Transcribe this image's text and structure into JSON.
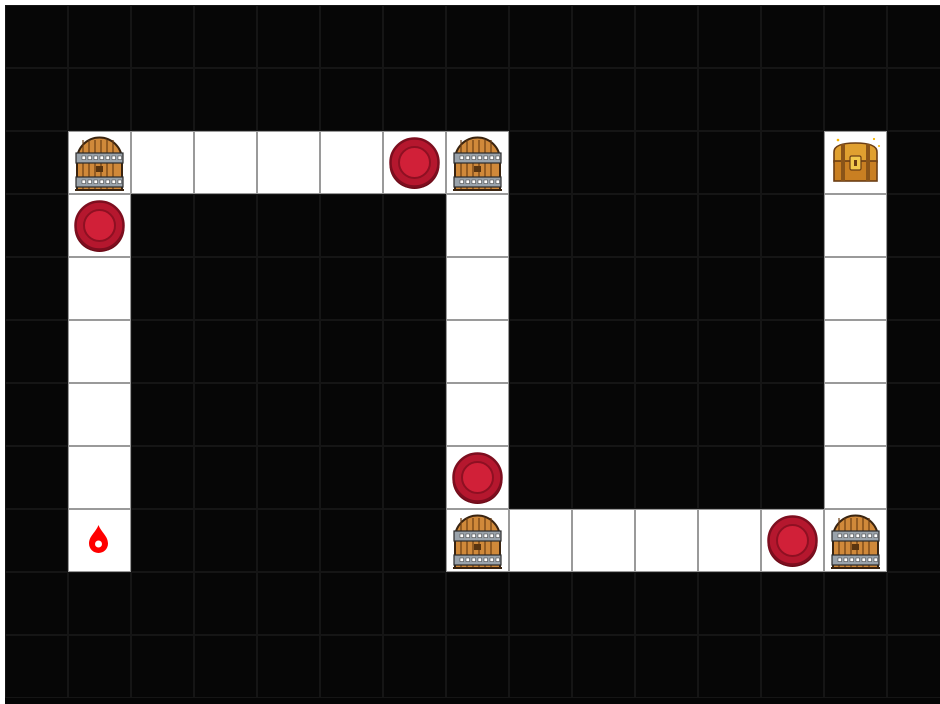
{
  "board": {
    "columns": 15,
    "rows": 11,
    "colors": {
      "wall": "#060606",
      "path": "#ffffff",
      "token": "#b5172e",
      "marker": "#ff0000",
      "door_wood": "#d0893a",
      "chest": "#e0a030"
    },
    "path_cells": [
      [
        1,
        2
      ],
      [
        2,
        2
      ],
      [
        3,
        2
      ],
      [
        4,
        2
      ],
      [
        5,
        2
      ],
      [
        6,
        2
      ],
      [
        7,
        2
      ],
      [
        1,
        3
      ],
      [
        1,
        4
      ],
      [
        1,
        5
      ],
      [
        1,
        6
      ],
      [
        1,
        7
      ],
      [
        1,
        8
      ],
      [
        7,
        3
      ],
      [
        7,
        4
      ],
      [
        7,
        5
      ],
      [
        7,
        6
      ],
      [
        7,
        7
      ],
      [
        7,
        8
      ],
      [
        8,
        8
      ],
      [
        9,
        8
      ],
      [
        10,
        8
      ],
      [
        11,
        8
      ],
      [
        12,
        8
      ],
      [
        13,
        8
      ],
      [
        13,
        2
      ],
      [
        13,
        3
      ],
      [
        13,
        4
      ],
      [
        13,
        5
      ],
      [
        13,
        6
      ],
      [
        13,
        7
      ]
    ],
    "pieces": [
      {
        "type": "door",
        "icon": "door-icon",
        "col": 1,
        "row": 2
      },
      {
        "type": "door",
        "icon": "door-icon",
        "col": 7,
        "row": 2
      },
      {
        "type": "door",
        "icon": "door-icon",
        "col": 7,
        "row": 8
      },
      {
        "type": "door",
        "icon": "door-icon",
        "col": 13,
        "row": 8
      },
      {
        "type": "token",
        "icon": "red-token-icon",
        "col": 6,
        "row": 2
      },
      {
        "type": "token",
        "icon": "red-token-icon",
        "col": 1,
        "row": 3
      },
      {
        "type": "token",
        "icon": "red-token-icon",
        "col": 7,
        "row": 7
      },
      {
        "type": "token",
        "icon": "red-token-icon",
        "col": 12,
        "row": 8
      },
      {
        "type": "chest",
        "icon": "treasure-chest-icon",
        "col": 13,
        "row": 2
      },
      {
        "type": "player",
        "icon": "location-marker-icon",
        "col": 1,
        "row": 8
      }
    ]
  }
}
